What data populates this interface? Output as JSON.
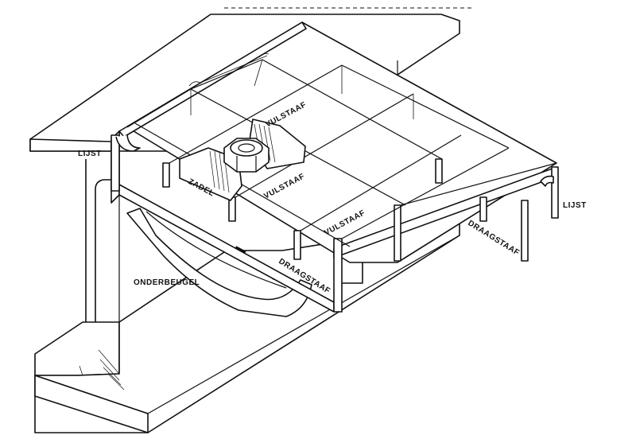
{
  "labels": {
    "lijst_left": "LIJST",
    "lijst_right": "LIJST",
    "zadel": "ZADEL",
    "vulstaaf_top": "VULSTAAF",
    "vulstaaf_mid": "VULSTAAF",
    "vulstaaf_low": "VULSTAAF",
    "draagstaaf_center": "DRAAGSTAAF",
    "draagstaaf_right": "DRAAGSTAAF",
    "onderbeugel": "ONDERBEUGEL"
  }
}
